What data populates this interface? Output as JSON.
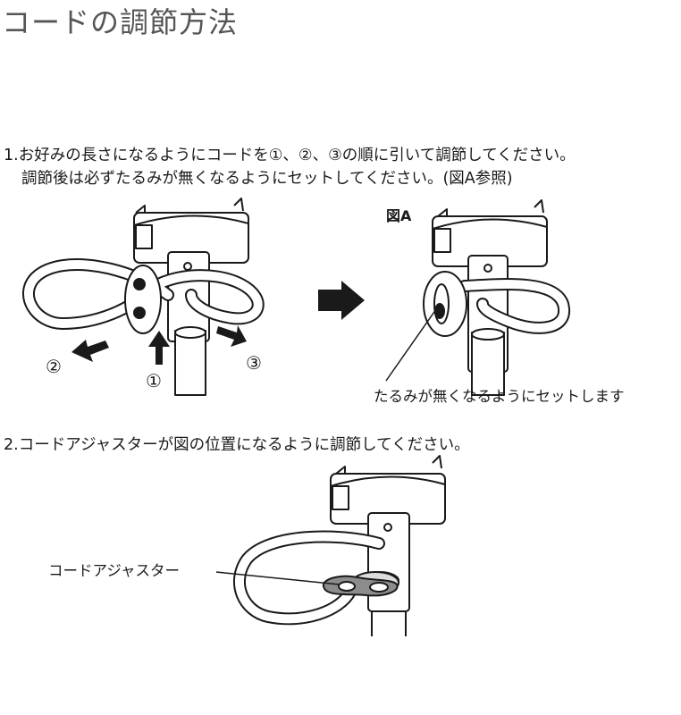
{
  "title": "コードの調節方法",
  "step1": {
    "line1": "1.お好みの長さになるようにコードを①、②、③の順に引いて調節してください。",
    "line2": "調節後は必ずたるみが無くなるようにセットしてください。(図A参照)"
  },
  "figures": {
    "fig1": {
      "marker1": "①",
      "marker2": "②",
      "marker3": "③"
    },
    "figA": {
      "label": "図A",
      "note": "たるみが無くなるようにセットします"
    }
  },
  "step2": {
    "line": "2.コードアジャスターが図の位置になるように調節してください。",
    "label": "コードアジャスター"
  },
  "colors": {
    "line": "#1a1a1a",
    "adjuster": "#8c8c8c",
    "shadow": "#dddddd"
  }
}
